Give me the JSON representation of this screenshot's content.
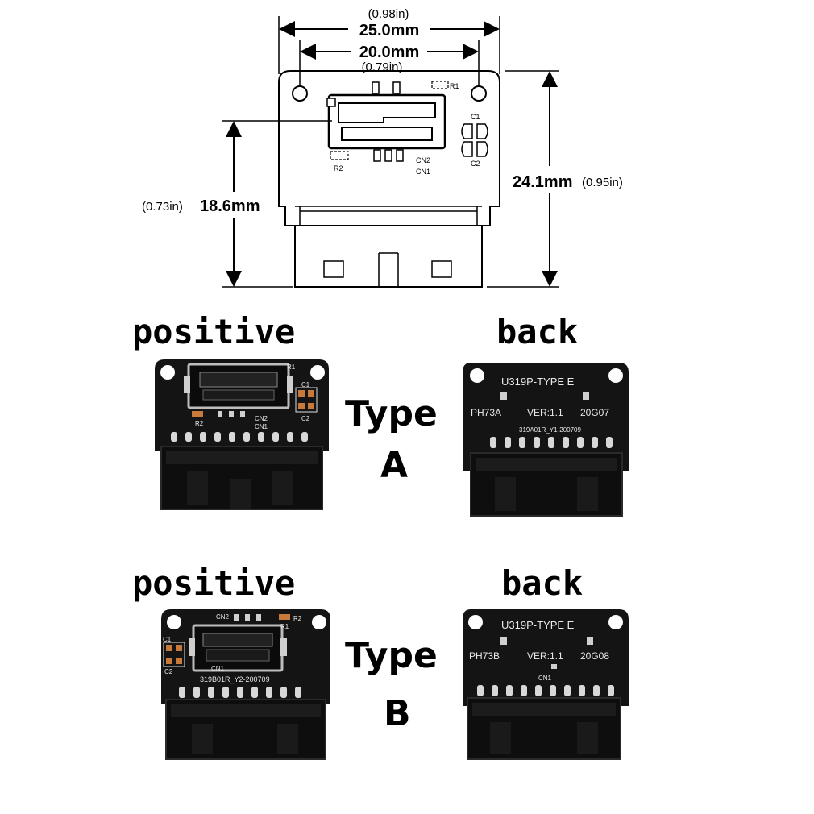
{
  "drawing": {
    "width_mm": "25.0mm",
    "width_in": "(0.98in)",
    "inner_mm": "20.0mm",
    "inner_in": "(0.79in)",
    "height_mm": "24.1mm",
    "height_in": "(0.95in)",
    "left_mm": "18.6mm",
    "left_in": "(0.73in)",
    "part_labels": {
      "r1": "R1",
      "r2": "R2",
      "c1": "C1",
      "c2": "C2",
      "cn2": "CN2",
      "cn1": "CN1"
    }
  },
  "rows": [
    {
      "positive_label": "positive",
      "back_label": "back",
      "type_word": "Type",
      "type_letter": "A",
      "front_silk": {
        "r1": "R1",
        "r2": "R2",
        "c1": "C1",
        "c2": "C2",
        "cn1": "CN1",
        "cn2": "CN2"
      },
      "back_silk": {
        "model": "U319P-TYPE E",
        "left": "PH73A",
        "ver": "VER:1.1",
        "code": "20G07",
        "serial": "319A01R_Y1-200709"
      }
    },
    {
      "positive_label": "positive",
      "back_label": "back",
      "type_word": "Type",
      "type_letter": "B",
      "front_silk": {
        "r1": "R1",
        "r2": "R2",
        "c1": "C1",
        "c2": "C2",
        "cn1": "CN1",
        "cn2": "CN2",
        "serial": "319B01R_Y2-200709"
      },
      "back_silk": {
        "model": "U319P-TYPE E",
        "left": "PH73B",
        "ver": "VER:1.1",
        "code": "20G08",
        "cn": "CN1"
      }
    }
  ],
  "colors": {
    "pcb": "#111111",
    "pad": "#cfcfcf",
    "silk": "#e8e8e8",
    "line": "#000000"
  }
}
